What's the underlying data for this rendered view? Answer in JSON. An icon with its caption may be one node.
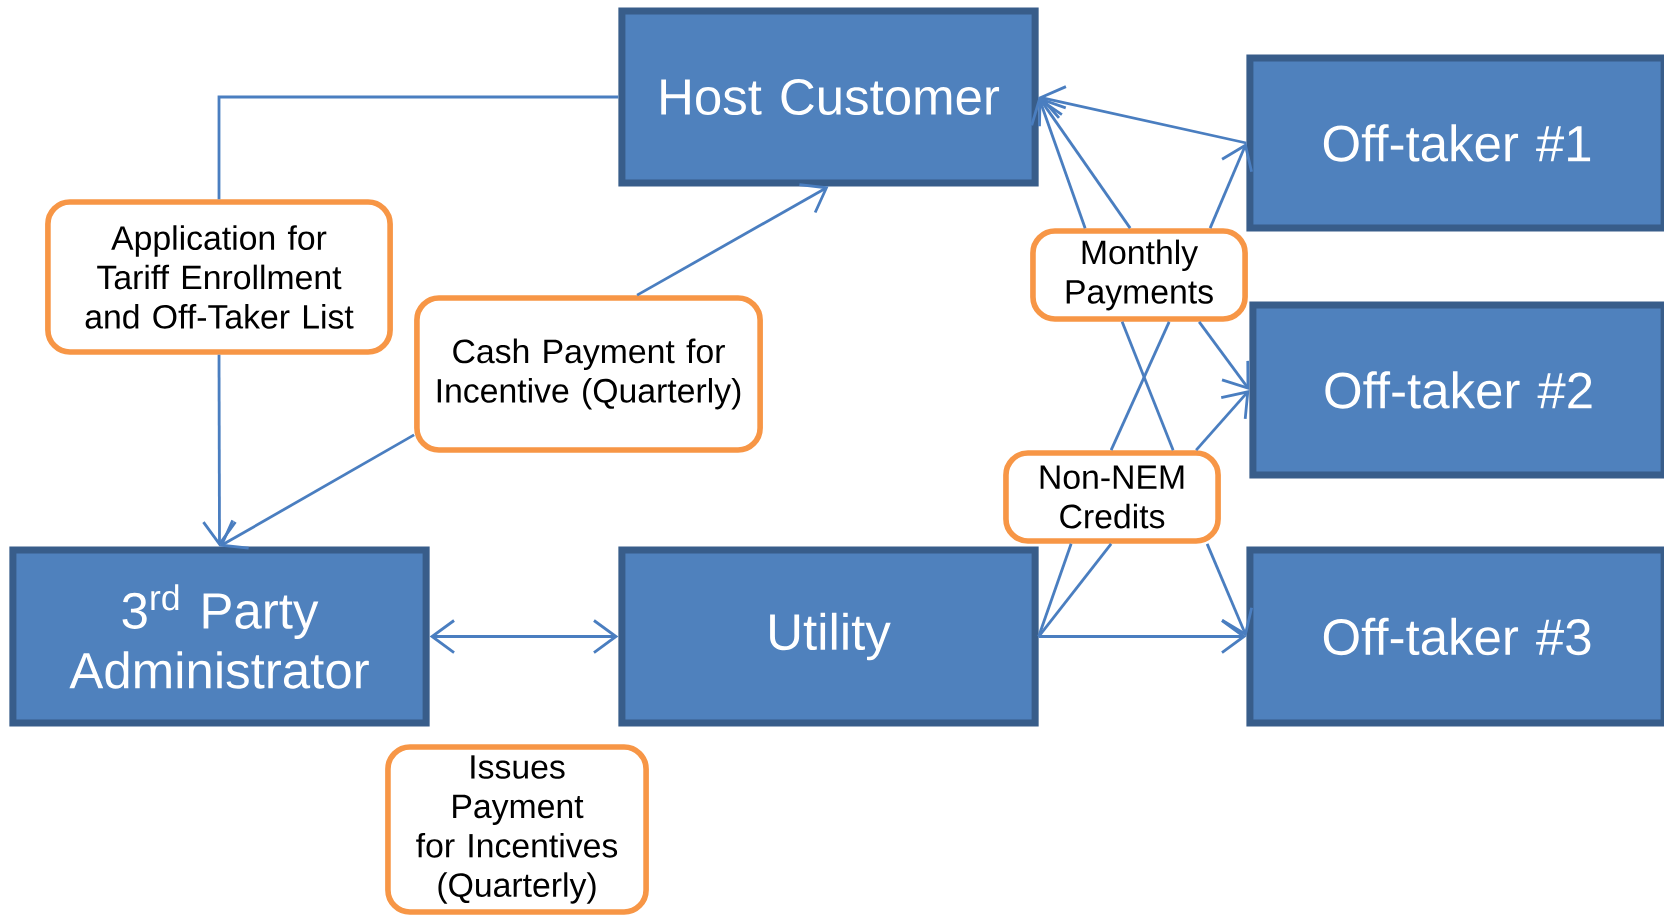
{
  "diagram": {
    "nodes": [
      {
        "text": [
          "Host Customer"
        ]
      },
      {
        "text": [
          "Off-taker #1"
        ]
      },
      {
        "text": [
          "Application for Tariff Enrollment and Off-Taker List"
        ]
      },
      {
        "text": [
          "Monthly Payments"
        ]
      },
      {
        "text": [
          "Off-taker #2"
        ]
      },
      {
        "text": [
          "Cash Payment for Incentive (Quarterly)"
        ]
      },
      {
        "text": [
          "Non-NEM Credits"
        ]
      },
      {
        "text": [
          "3$^{rd}$ Party Administrator"
        ]
      },
      {
        "text": [
          "Utility"
        ]
      },
      {
        "text": [
          "Off-taker #3"
        ]
      },
      {
        "text": [
          "Issues Payment for Incentives (Quarterly)"
        ]
      }
    ],
    "edges": [
      {
        "from": 0,
        "to": 2,
        "arrow": "none"
      },
      {
        "from": 2,
        "to": 7,
        "arrow": "to"
      },
      {
        "from": 5,
        "to": 0,
        "arrow": "to"
      },
      {
        "from": 5,
        "to": 7,
        "arrow": "to"
      },
      {
        "from": 7,
        "to": 8,
        "arrow": "both"
      },
      {
        "from": 1,
        "to": 0,
        "arrow": "to"
      },
      {
        "from": 3,
        "to": 0,
        "arrow": "to"
      },
      {
        "from": 3,
        "to": 0,
        "arrow": "to"
      },
      {
        "from": 3,
        "to": 1,
        "arrow": "to"
      },
      {
        "from": 3,
        "to": 4,
        "arrow": "to"
      },
      {
        "from": 3,
        "to": 6,
        "arrow": "none"
      },
      {
        "from": 3,
        "to": 6,
        "arrow": "none"
      },
      {
        "from": 6,
        "to": 4,
        "arrow": "to"
      },
      {
        "from": 6,
        "to": 8,
        "arrow": "none"
      },
      {
        "from": 6,
        "to": 8,
        "arrow": "none"
      },
      {
        "from": 6,
        "to": 9,
        "arrow": "to"
      },
      {
        "from": 8,
        "to": 9,
        "arrow": "to"
      }
    ]
  }
}
